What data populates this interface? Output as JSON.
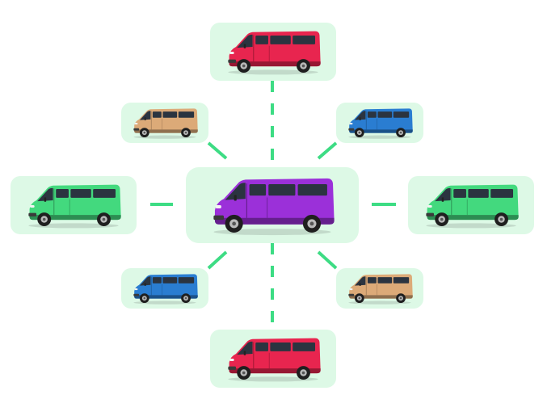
{
  "hub": {
    "id": "center",
    "van_color": "#9b30d9"
  },
  "nodes": [
    {
      "id": "top",
      "van_color": "#e8254f"
    },
    {
      "id": "upper-left",
      "van_color": "#dcaa78"
    },
    {
      "id": "upper-right",
      "van_color": "#2a7dd1"
    },
    {
      "id": "left",
      "van_color": "#43d97e"
    },
    {
      "id": "right",
      "van_color": "#43d97e"
    },
    {
      "id": "lower-left",
      "van_color": "#2a7dd1"
    },
    {
      "id": "lower-right",
      "van_color": "#dcaa78"
    },
    {
      "id": "bottom",
      "van_color": "#e8254f"
    }
  ],
  "style": {
    "tile_color": "#ddf9e6",
    "connector_color": "#3ddc84",
    "connector_style": "dashed",
    "icon": "van-icon"
  }
}
